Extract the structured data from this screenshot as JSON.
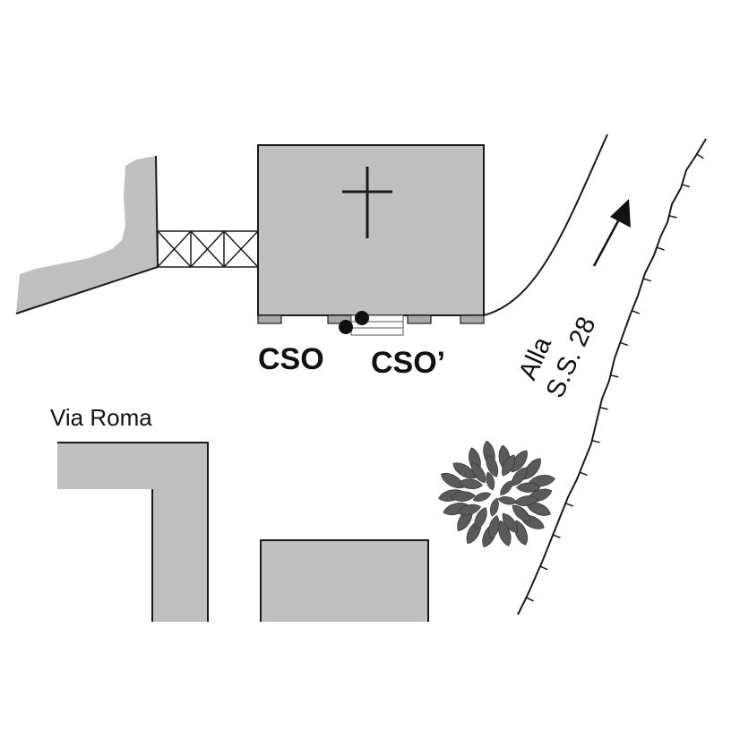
{
  "map": {
    "street_label": "Via Roma",
    "road_label_line1": "Alla",
    "road_label_line2": "S.S. 28",
    "station_labels": [
      "CSO",
      "CSO’"
    ],
    "icons": {
      "church": "cross-icon",
      "direction": "arrow-icon",
      "tree": "tree-icon"
    },
    "colors": {
      "building_fill": "#c0c0c0",
      "outline": "#1a1a1a",
      "tree_fill": "#5a5a5a",
      "marker": "#111111"
    }
  }
}
